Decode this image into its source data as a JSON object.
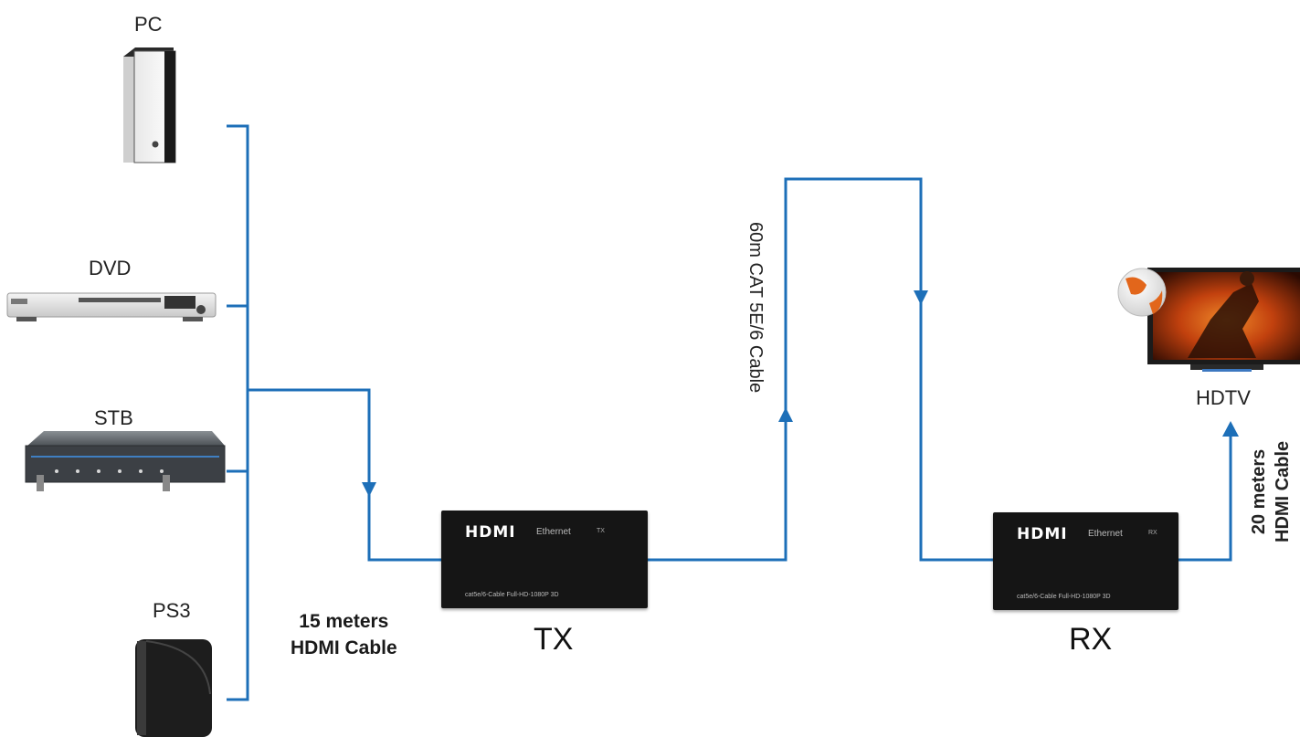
{
  "devices": {
    "pc": "PC",
    "dvd": "DVD",
    "stb": "STB",
    "ps3": "PS3",
    "hdtv": "HDTV"
  },
  "transmitter": {
    "caption": "TX",
    "logo": "HDMI",
    "network": "Ethernet",
    "mode": "TX",
    "footer": "cat5e/6-Cable   Full-HD-1080P 3D"
  },
  "receiver": {
    "caption": "RX",
    "logo": "HDMI",
    "network": "Ethernet",
    "mode": "RX",
    "footer": "cat5e/6-Cable   Full-HD-1080P 3D"
  },
  "cables": {
    "input_line1": "15 meters",
    "input_line2": "HDMI Cable",
    "cat": "60m CAT 5E/6 Cable",
    "output_line1": "20 meters",
    "output_line2": "HDMI Cable"
  },
  "colors": {
    "cable": "#1d6fb8",
    "box": "#151515"
  }
}
